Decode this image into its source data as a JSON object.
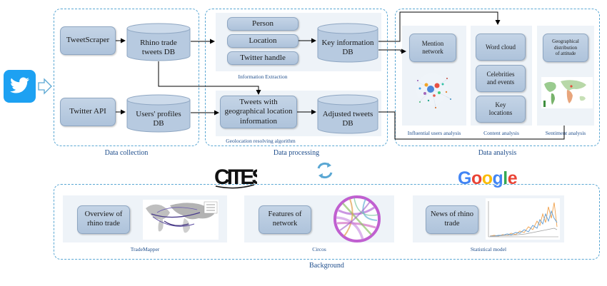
{
  "data_collection": {
    "title": "Data collection",
    "tweetscraper": "TweetScraper",
    "twitter_api": "Twitter API",
    "rhino_db_line1": "Rhino trade",
    "rhino_db_line2": "tweets DB",
    "profiles_db_line1": "Users' profiles",
    "profiles_db_line2": "DB"
  },
  "data_processing": {
    "title": "Data processing",
    "person": "Person",
    "location": "Location",
    "twitter_handle": "Twitter handle",
    "info_extraction": "Information Extraction",
    "key_db_line1": "Key information",
    "key_db_line2": "DB",
    "geo_line1": "Tweets with",
    "geo_line2": "geographical location",
    "geo_line3": "information",
    "geo_algorithm": "Geolocation resolving algorithm",
    "adjusted_db_line1": "Adjusted tweets",
    "adjusted_db_line2": "DB"
  },
  "data_analysis": {
    "title": "Data analysis",
    "mention_line1": "Mention",
    "mention_line2": "network",
    "influential": "Influential users analysis",
    "word_cloud": "Word cloud",
    "celeb_line1": "Celebrities",
    "celeb_line2": "and events",
    "key_loc_line1": "Key",
    "key_loc_line2": "locations",
    "content": "Content analysis",
    "geo_dist_line1": "Geographical",
    "geo_dist_line2": "distribution",
    "geo_dist_line3": "of attitude",
    "sentiment": "Sentiment analysis"
  },
  "background": {
    "title": "Background",
    "overview_line1": "Overview of",
    "overview_line2": "rhino trade",
    "trademapper": "TradeMapper",
    "features_line1": "Features of",
    "features_line2": "network",
    "circos": "Circos",
    "news_line1": "News of rhino",
    "news_line2": "trade",
    "statistical": "Statistical model"
  },
  "logos": {
    "cites": "CITES",
    "google": [
      "G",
      "o",
      "o",
      "g",
      "l",
      "e"
    ],
    "google_colors": [
      "#4285f4",
      "#ea4335",
      "#fbbc05",
      "#4285f4",
      "#34a853",
      "#ea4335"
    ]
  },
  "colors": {
    "dashed_border": "#5aa7d3",
    "node_fill": "#b7cae0",
    "caption": "#1f4e8c",
    "twitter_blue": "#1da1f2"
  },
  "icons": {
    "twitter": "twitter-bird-icon",
    "input_arrow": "hollow-arrow-right-icon",
    "cycle": "refresh-cycle-icon"
  }
}
